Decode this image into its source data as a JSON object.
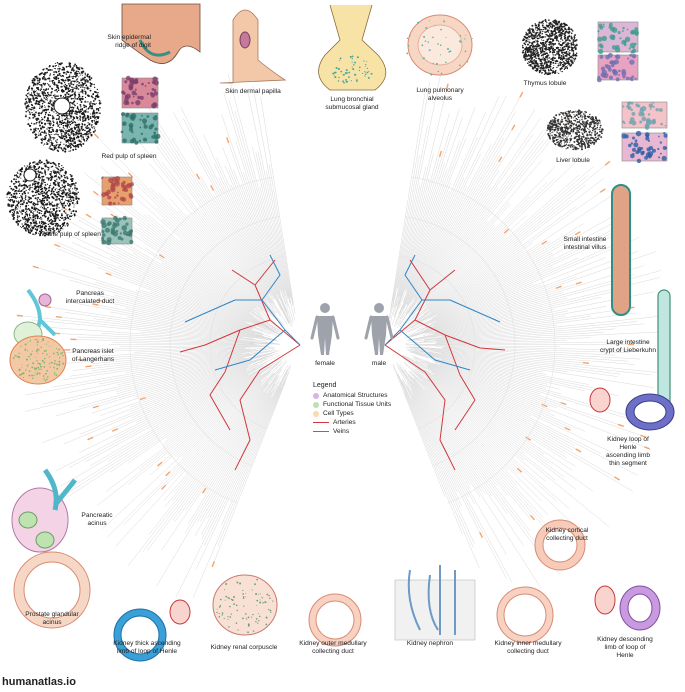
{
  "labels": {
    "skin_ridge": "Skin epidermal\nridge of digit",
    "red_pulp": "Red pulp of spleen",
    "white_pulp": "White pulp of spleen",
    "pancreas_duct": "Pancreas\nintercalated duct",
    "pancreas_islet": "Pancreas islet\nof Langerhans",
    "pancreatic_acinus": "Pancreatic\nacinus",
    "prostate": "Prostate glandular\nacinus",
    "skin_papilla": "Skin dermal papilla",
    "lung_gland": "Lung bronchial\nsubmucosal gland",
    "lung_alveolus": "Lung pulmonary\nalveolus",
    "thymus": "Thymus lobule",
    "liver": "Liver lobule",
    "small_intestine": "Small intestine\nintestinal villus",
    "large_intestine": "Large intestine\ncrypt of Lieberkuhn",
    "kidney_henle_thin": "Kidney loop of Henle\nascending limb\nthin segment",
    "kidney_cortical": "Kidney cortical\ncollecting duct",
    "kidney_descending": "Kidney descending\nlimb of loop of Henle",
    "kidney_thick": "Kidney thick ascending\nlimb of loop of Henle",
    "kidney_corpuscle": "Kidney renal corpuscle",
    "kidney_outer": "Kidney outer medullary\ncollecting duct",
    "kidney_nephron": "Kidney nephron",
    "kidney_inner": "Kidney inner medullary\ncollecting duct"
  },
  "figures": {
    "female": "female",
    "male": "male"
  },
  "legend": {
    "title": "Legend",
    "items": [
      {
        "label": "Anatomical Structures",
        "kind": "dot",
        "color": "#d9b3e6"
      },
      {
        "label": "Functional Tissue Units",
        "kind": "dot",
        "color": "#b9e3b0"
      },
      {
        "label": "Cell Types",
        "kind": "dot",
        "color": "#f6dcae"
      },
      {
        "label": "Arteries",
        "kind": "line",
        "color": "#d2363d"
      },
      {
        "label": "Veins",
        "kind": "line",
        "color": "#2e86c8"
      }
    ]
  },
  "footer": "humanatlas.io",
  "colors": {
    "artery": "#d2363d",
    "vein": "#2e86c8",
    "tree_line": "#c9c9c9",
    "tree_accent": "#f4a36a",
    "body": "#9ea3ab"
  }
}
